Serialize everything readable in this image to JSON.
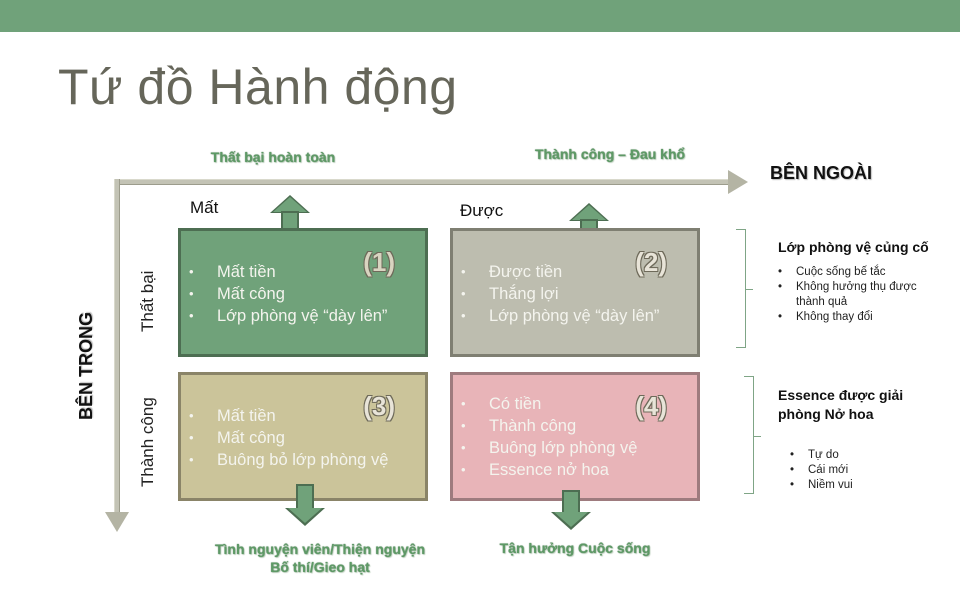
{
  "title": "Tứ đồ Hành động",
  "colors": {
    "top_bar": "#70a27a",
    "quadrant_1": "#70a27a",
    "quadrant_2": "#bdbdaf",
    "quadrant_3": "#cbc49a",
    "quadrant_4": "#e8b4b8",
    "arrow": "#70a27a",
    "axis": "#c3c3b5"
  },
  "axes": {
    "horizontal": "BÊN NGOÀI",
    "vertical": "BÊN TRONG"
  },
  "columns": [
    "Mất",
    "Được"
  ],
  "rows": [
    "Thất bại",
    "Thành công"
  ],
  "outcomes": {
    "top_left": "Thất bại hoàn toàn",
    "top_right": "Thành công – Đau khổ",
    "bottom_left_line1": "Tình nguyện viên/Thiện nguyện",
    "bottom_left_line2": "Bố thí/Gieo hạt",
    "bottom_right": "Tận hưởng Cuộc sống"
  },
  "quadrants": [
    {
      "number": "(1)",
      "items": [
        "Mất tiền",
        "Mất công",
        "Lớp phòng vệ “dày lên”"
      ]
    },
    {
      "number": "(2)",
      "items": [
        "Được tiền",
        "Thắng lợi",
        "Lớp phòng vệ “dày lên”"
      ]
    },
    {
      "number": "(3)",
      "items": [
        "Mất tiền",
        "Mất công",
        "Buông bỏ lớp phòng vệ"
      ]
    },
    {
      "number": "(4)",
      "items": [
        "Có tiền",
        "Thành công",
        "Buông lớp phòng vệ",
        "Essence nở hoa"
      ]
    }
  ],
  "side_notes": [
    {
      "title": "Lớp phòng vệ củng cố",
      "items": [
        "Cuộc sống bế tắc",
        "Không hưởng thụ được thành quả",
        "Không thay đổi"
      ]
    },
    {
      "title": "Essence được giải phòng Nở hoa",
      "items": [
        "Tự do",
        "Cái mới",
        "Niềm vui"
      ]
    }
  ],
  "bullet": "•"
}
